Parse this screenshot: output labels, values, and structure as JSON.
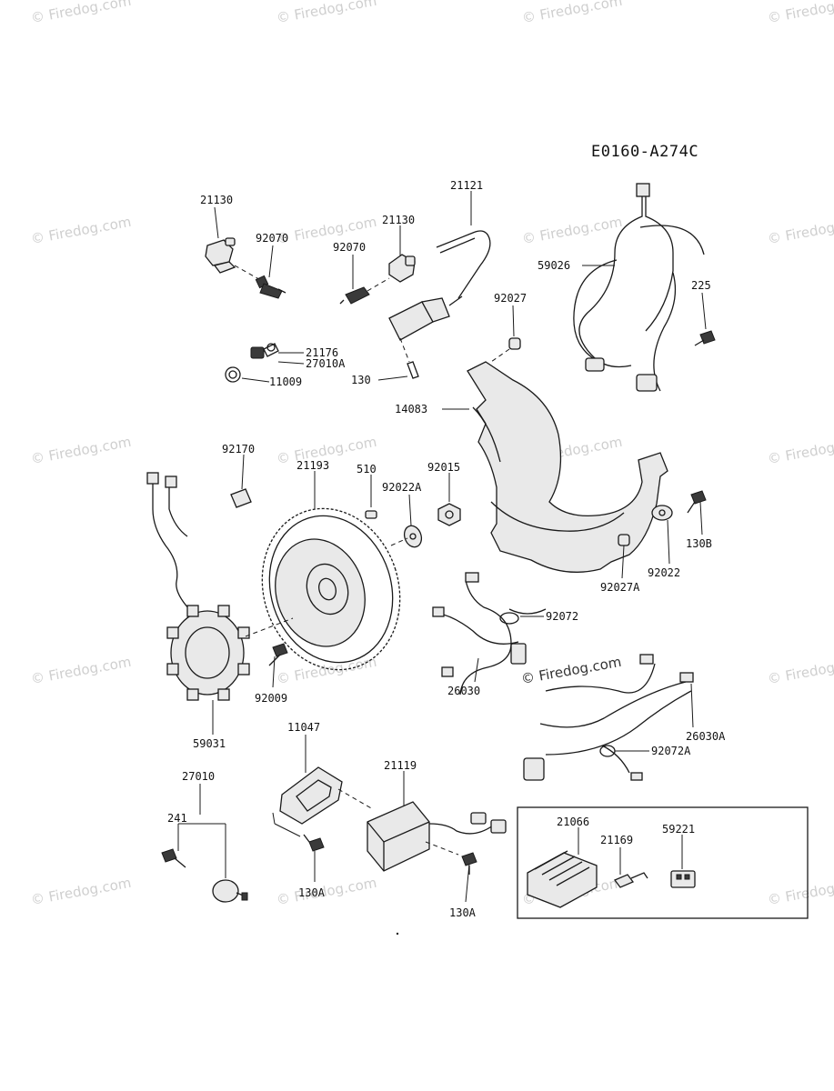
{
  "diagram_code": "E0160-A274C",
  "watermark": "© Firedog.com",
  "inline_watermark": "© Firedog.com",
  "parts": {
    "p21130a": "21130",
    "p92070a": "92070",
    "p21130b": "21130",
    "p92070b": "92070",
    "p21121": "21121",
    "p59026": "59026",
    "p225": "225",
    "p92027": "92027",
    "p21176": "21176",
    "p27010A": "27010A",
    "p11009": "11009",
    "p130": "130",
    "p14083": "14083",
    "p92170": "92170",
    "p21193": "21193",
    "p510": "510",
    "p92022A": "92022A",
    "p92015": "92015",
    "p130B": "130B",
    "p92022": "92022",
    "p92027A": "92027A",
    "p92072": "92072",
    "p26030": "26030",
    "p26030A": "26030A",
    "p92072A": "92072A",
    "p92009": "92009",
    "p59031": "59031",
    "p11047": "11047",
    "p21119": "21119",
    "p27010": "27010",
    "p241": "241",
    "p130Aa": "130A",
    "p130Ab": "130A",
    "p21066": "21066",
    "p21169": "21169",
    "p59221": "59221"
  }
}
